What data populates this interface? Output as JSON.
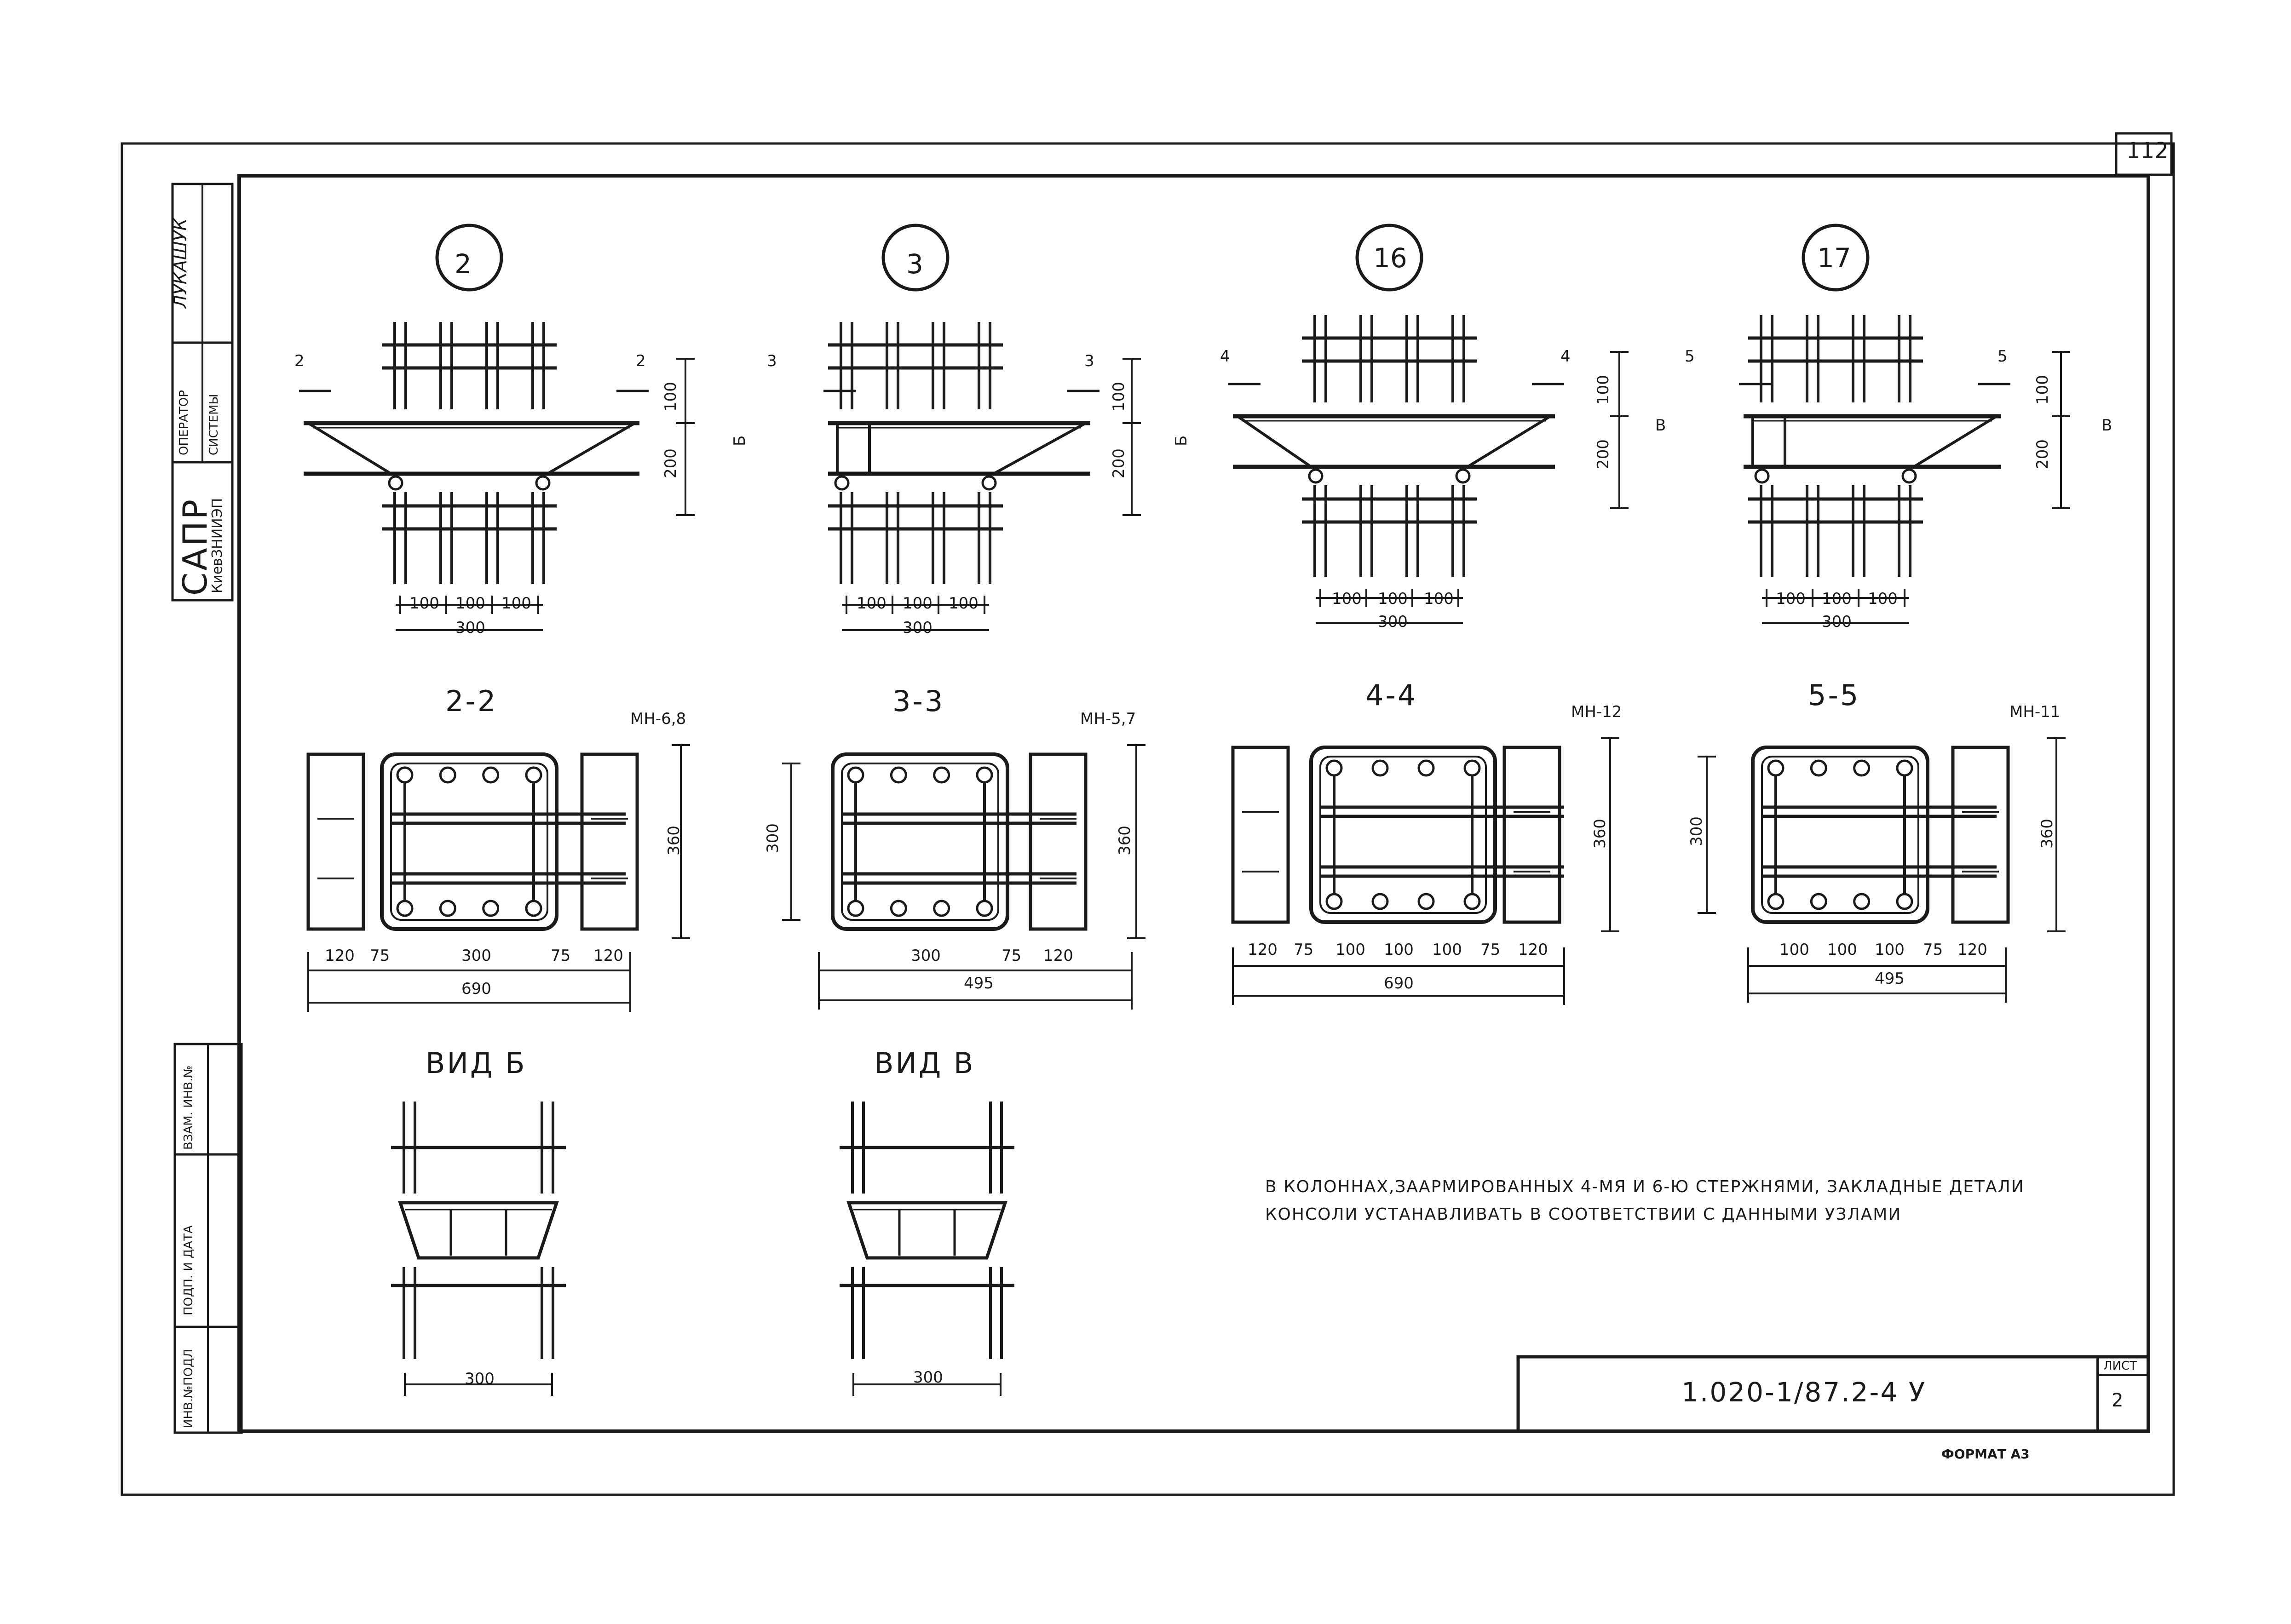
{
  "sheet": {
    "page_no": "112",
    "code": "1.020-1/87.2-4  У",
    "list_label": "ЛИСТ",
    "list_no": "2",
    "format": "ФОРМАТ А3",
    "note_line1": "В КОЛОННАХ,ЗААРМИРОВАННЫХ 4-МЯ И 6-Ю СТЕРЖНЯМИ, ЗАКЛАДНЫЕ ДЕТАЛИ",
    "note_line2": "КОНСОЛИ УСТАНАВЛИВАТЬ В СООТВЕТСТВИИ С ДАННЫМИ УЗЛАМИ"
  },
  "stamp": {
    "sapr": "САПР",
    "org": "КиевЗНИИЭП",
    "operator": "ОПЕРАТОР",
    "system": "СИСТЕМЫ",
    "name": "ЛУКАШУК",
    "inv_podl": "ИНВ.№ПОДЛ",
    "podp_data": "ПОДП. И ДАТА",
    "vzam_inv": "ВЗАМ. ИНВ.№"
  },
  "nodes": [
    {
      "num": "2",
      "cut": "2",
      "view": "Б",
      "h1": "100",
      "h2": "200",
      "d1": "100",
      "d2": "100",
      "d3": "100",
      "total": "300"
    },
    {
      "num": "3",
      "cut": "3",
      "view": "Б",
      "h1": "100",
      "h2": "200",
      "d1": "100",
      "d2": "100",
      "d3": "100",
      "total": "300"
    },
    {
      "num": "16",
      "cut": "4",
      "view": "В",
      "h1": "100",
      "h2": "200",
      "d1": "100",
      "d2": "100",
      "d3": "100",
      "total": "300"
    },
    {
      "num": "17",
      "cut": "5",
      "view": "В",
      "h1": "100",
      "h2": "200",
      "d1": "100",
      "d2": "100",
      "d3": "100",
      "total": "300"
    }
  ],
  "sections": [
    {
      "title": "2-2",
      "mark": "МН-6,8",
      "height": "360",
      "dims": [
        "120",
        "75",
        "300",
        "75",
        "120"
      ],
      "total": "690"
    },
    {
      "title": "3-3",
      "mark": "МН-5,7",
      "height": "360",
      "left_height": "300",
      "dims": [
        "300",
        "75",
        "120"
      ],
      "total": "495"
    },
    {
      "title": "4-4",
      "mark": "МН-12",
      "height": "360",
      "dims": [
        "120",
        "75",
        "100",
        "100",
        "100",
        "75",
        "120"
      ],
      "total": "690"
    },
    {
      "title": "5-5",
      "mark": "МН-11",
      "height": "360",
      "left_height": "300",
      "dims": [
        "100",
        "100",
        "100",
        "75",
        "120"
      ],
      "total": "495"
    }
  ],
  "views": [
    {
      "title": "ВИД  Б",
      "width": "300"
    },
    {
      "title": "ВИД  В",
      "width": "300"
    }
  ]
}
